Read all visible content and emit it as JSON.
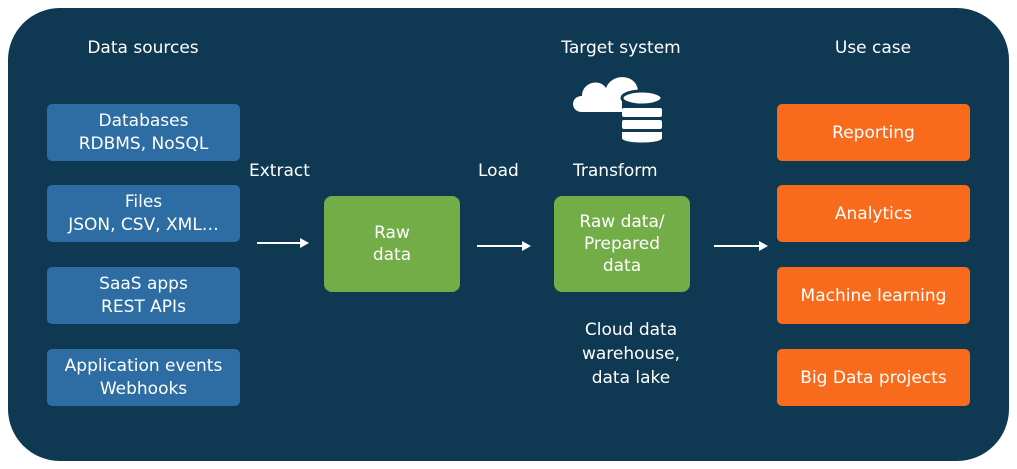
{
  "headings": {
    "data_sources": "Data sources",
    "target_system": "Target system",
    "use_case": "Use case"
  },
  "sources": [
    {
      "line1": "Databases",
      "line2": "RDBMS, NoSQL"
    },
    {
      "line1": "Files",
      "line2": "JSON, CSV, XML…"
    },
    {
      "line1": "SaaS apps",
      "line2": "REST APIs"
    },
    {
      "line1": "Application events",
      "line2": "Webhooks"
    }
  ],
  "steps": {
    "extract": "Extract",
    "load": "Load",
    "transform": "Transform"
  },
  "raw_box": {
    "line1": "Raw",
    "line2": "data"
  },
  "prepared_box": {
    "line1": "Raw data/",
    "line2": "Prepared",
    "line3": "data"
  },
  "target_caption": {
    "line1": "Cloud data",
    "line2": "warehouse,",
    "line3": "data lake"
  },
  "use_cases": [
    "Reporting",
    "Analytics",
    "Machine learning",
    "Big Data projects"
  ],
  "icons": {
    "target": "cloud-database-icon"
  },
  "colors": {
    "background": "#0f3852",
    "source_box": "#2e6da4",
    "process_box": "#72ad47",
    "use_case_box": "#f96b1c",
    "text": "#ffffff"
  }
}
